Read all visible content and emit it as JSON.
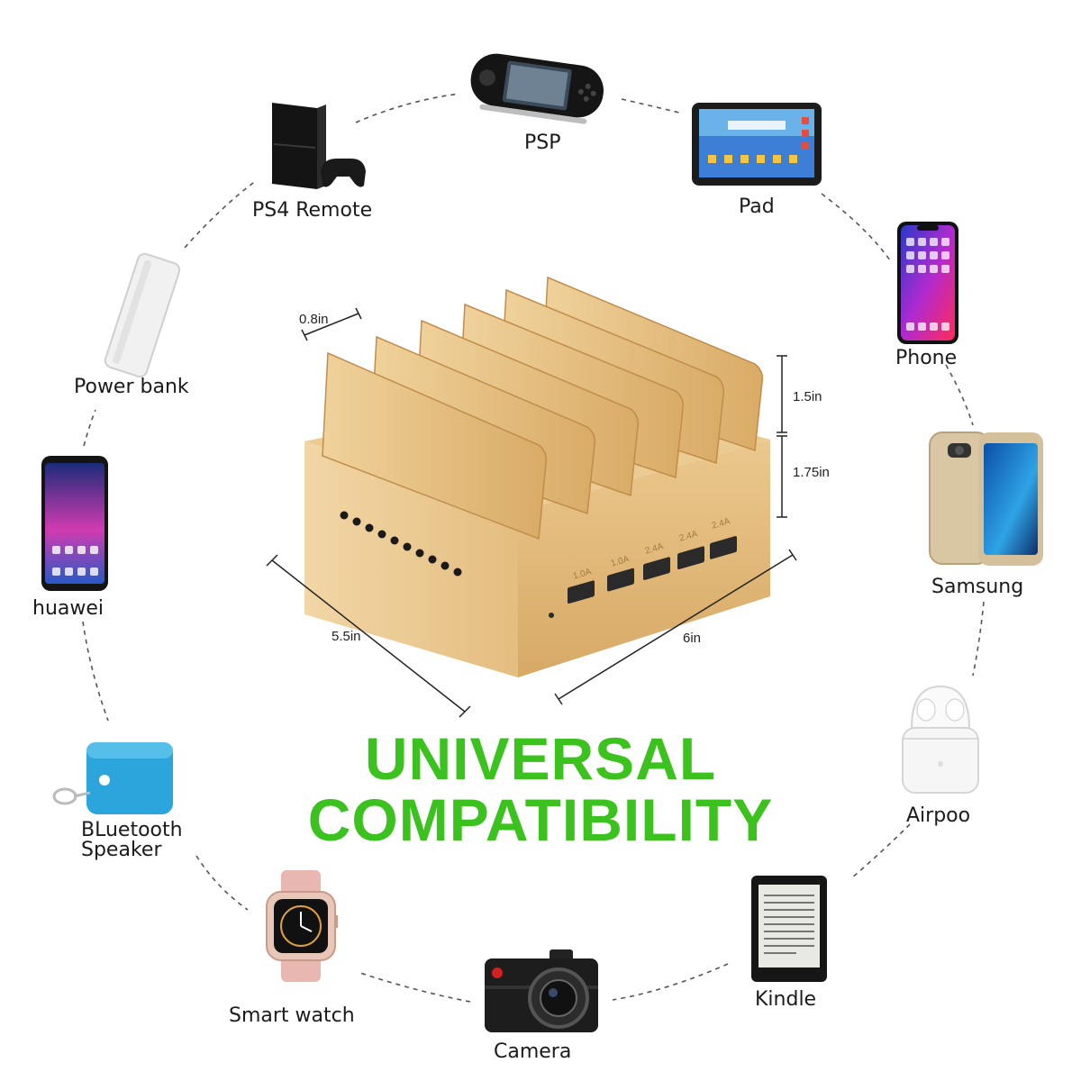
{
  "headline": {
    "line1": "UNIVERSAL",
    "line2": "COMPATIBILITY",
    "color": "#3cc21e"
  },
  "devices": [
    {
      "label": "PSP",
      "icon": "psp-icon"
    },
    {
      "label": "Pad",
      "icon": "tablet-icon"
    },
    {
      "label": "Phone",
      "icon": "phone-icon"
    },
    {
      "label": "Samsung",
      "icon": "samsung-phone-icon"
    },
    {
      "label": "Airpoo",
      "icon": "airpods-icon"
    },
    {
      "label": "Kindle",
      "icon": "ereader-icon"
    },
    {
      "label": "Camera",
      "icon": "camera-icon"
    },
    {
      "label": "Smart watch",
      "icon": "watch-icon"
    },
    {
      "label": "BLuetooth",
      "label2": "Speaker",
      "icon": "speaker-icon"
    },
    {
      "label": "huawei",
      "icon": "huawei-phone-icon"
    },
    {
      "label": "Power bank",
      "icon": "power-bank-icon"
    },
    {
      "label": "PS4 Remote",
      "icon": "ps4-icon"
    }
  ],
  "dimensions": {
    "slot_gap": "0.8in",
    "divider_height": "1.5in",
    "base_height": "1.75in",
    "depth": "5.5in",
    "width": "6in"
  },
  "port_labels": [
    "1.0A",
    "1.0A",
    "2.4A",
    "2.4A",
    "2.4A"
  ],
  "colors": {
    "bamboo": "#e8c48a",
    "bamboo_dark": "#c79a5a",
    "text": "#1b1b1b"
  }
}
